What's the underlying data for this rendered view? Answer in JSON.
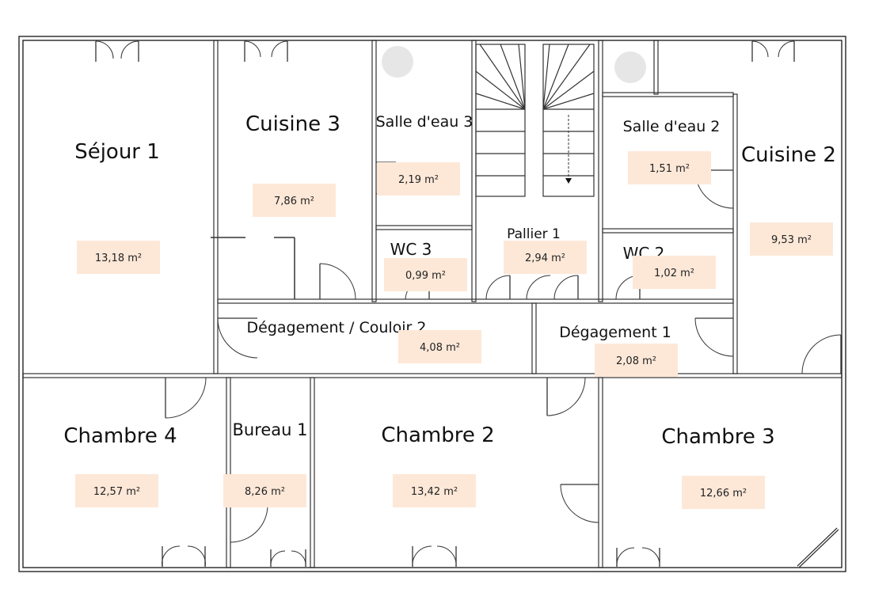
{
  "plan": {
    "rooms": [
      {
        "id": "sejour-1",
        "name": "Séjour 1",
        "area": "13,18 m²"
      },
      {
        "id": "cuisine-3",
        "name": "Cuisine 3",
        "area": "7,86 m²"
      },
      {
        "id": "salle-d-eau-3",
        "name": "Salle d'eau 3",
        "area": "2,19 m²"
      },
      {
        "id": "wc-3",
        "name": "WC 3",
        "area": "0,99 m²"
      },
      {
        "id": "pallier-1",
        "name": "Pallier 1",
        "area": "2,94 m²"
      },
      {
        "id": "salle-d-eau-2",
        "name": "Salle d'eau 2",
        "area": "1,51 m²"
      },
      {
        "id": "wc-2",
        "name": "WC 2",
        "area": "1,02 m²"
      },
      {
        "id": "cuisine-2",
        "name": "Cuisine 2",
        "area": "9,53 m²"
      },
      {
        "id": "degagement-couloir-2",
        "name": "Dégagement / Couloir 2",
        "area": "4,08 m²"
      },
      {
        "id": "degagement-1",
        "name": "Dégagement 1",
        "area": "2,08 m²"
      },
      {
        "id": "chambre-4",
        "name": "Chambre 4",
        "area": "12,57 m²"
      },
      {
        "id": "bureau-1",
        "name": "Bureau 1",
        "area": "8,26 m²"
      },
      {
        "id": "chambre-2",
        "name": "Chambre 2",
        "area": "13,42 m²"
      },
      {
        "id": "chambre-3",
        "name": "Chambre 3",
        "area": "12,66 m²"
      }
    ],
    "colors": {
      "wall": "#333333",
      "area_badge": "#fde8d8",
      "fixture": "#e6e6e6"
    }
  }
}
